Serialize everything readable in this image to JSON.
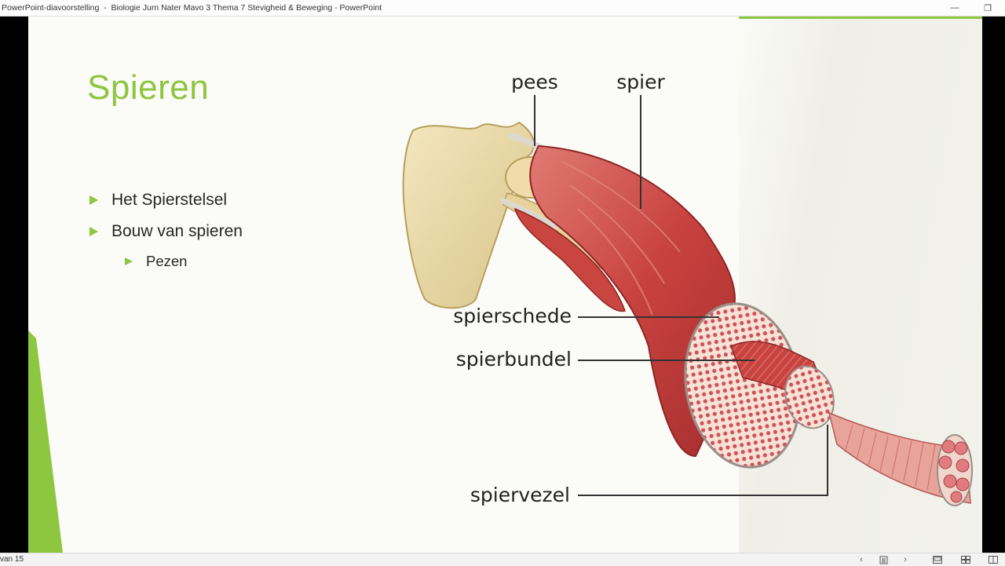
{
  "window": {
    "title": "PowerPoint-diavoorstelling  -  Biologie Jurn Nater Mavo 3 Thema 7 Stevigheid & Beweging - PowerPoint",
    "minimize_glyph": "—",
    "restore_glyph": "❐"
  },
  "slide": {
    "title": "Spieren",
    "bullets": [
      {
        "level": 1,
        "text": "Het Spierstelsel"
      },
      {
        "level": 1,
        "text": "Bouw van spieren"
      },
      {
        "level": 2,
        "text": "Pezen"
      }
    ]
  },
  "diagram": {
    "labels": {
      "pees": "pees",
      "spier": "spier",
      "spierschede": "spierschede",
      "spierbundel": "spierbundel",
      "spiervezel": "spiervezel"
    }
  },
  "statusbar": {
    "slide_counter": "van 15",
    "prev_glyph": "‹",
    "next_glyph": "›"
  },
  "colors": {
    "accent_green": "#8dc63f",
    "muscle_red": "#c8423f",
    "bone": "#ead9a4"
  }
}
